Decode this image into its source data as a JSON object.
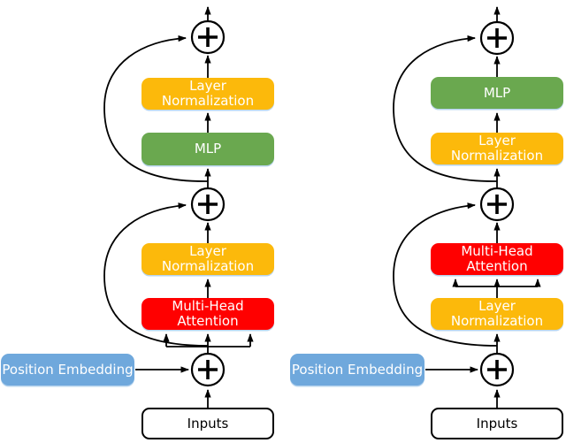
{
  "colors": {
    "layer_normalization": "#FCB90B",
    "mlp": "#6AA84F",
    "attention": "#FF0000",
    "position_embedding": "#6FA8DC",
    "line": "#000000"
  },
  "left_diagram": {
    "layer_norm_top": "Layer\nNormalization",
    "mlp": "MLP",
    "layer_norm_mid": "Layer\nNormalization",
    "attention": "Multi-Head\nAttention",
    "position_embedding": "Position Embedding",
    "inputs": "Inputs"
  },
  "right_diagram": {
    "mlp": "MLP",
    "layer_norm_top": "Layer\nNormalization",
    "attention": "Multi-Head\nAttention",
    "layer_norm_bottom": "Layer\nNormalization",
    "position_embedding": "Position Embedding",
    "inputs": "Inputs"
  }
}
